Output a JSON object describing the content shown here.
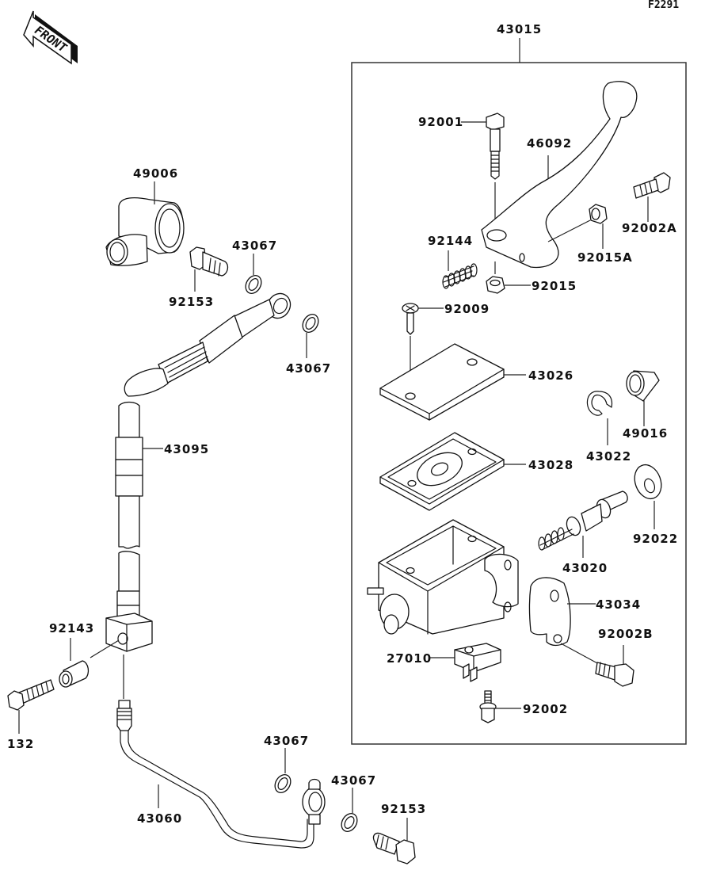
{
  "diagram": {
    "figure_code": "F2291",
    "front_indicator": "FRONT",
    "assembly_group": {
      "part_number": "43015"
    },
    "callouts": {
      "p92001": "92001",
      "p46092": "46092",
      "p92002A": "92002A",
      "p92015A": "92015A",
      "p92144": "92144",
      "p92015": "92015",
      "p92009": "92009",
      "p43026": "43026",
      "p49016": "49016",
      "p43022": "43022",
      "p43028": "43028",
      "p92022": "92022",
      "p43020": "43020",
      "p43034": "43034",
      "p92002B": "92002B",
      "p27010": "27010",
      "p92002": "92002",
      "p49006": "49006",
      "p43067_a": "43067",
      "p92153_a": "92153",
      "p43067_b": "43067",
      "p43095": "43095",
      "p92143": "92143",
      "p132": "132",
      "p43060": "43060",
      "p43067_c": "43067",
      "p43067_d": "43067",
      "p92153_b": "92153"
    }
  }
}
